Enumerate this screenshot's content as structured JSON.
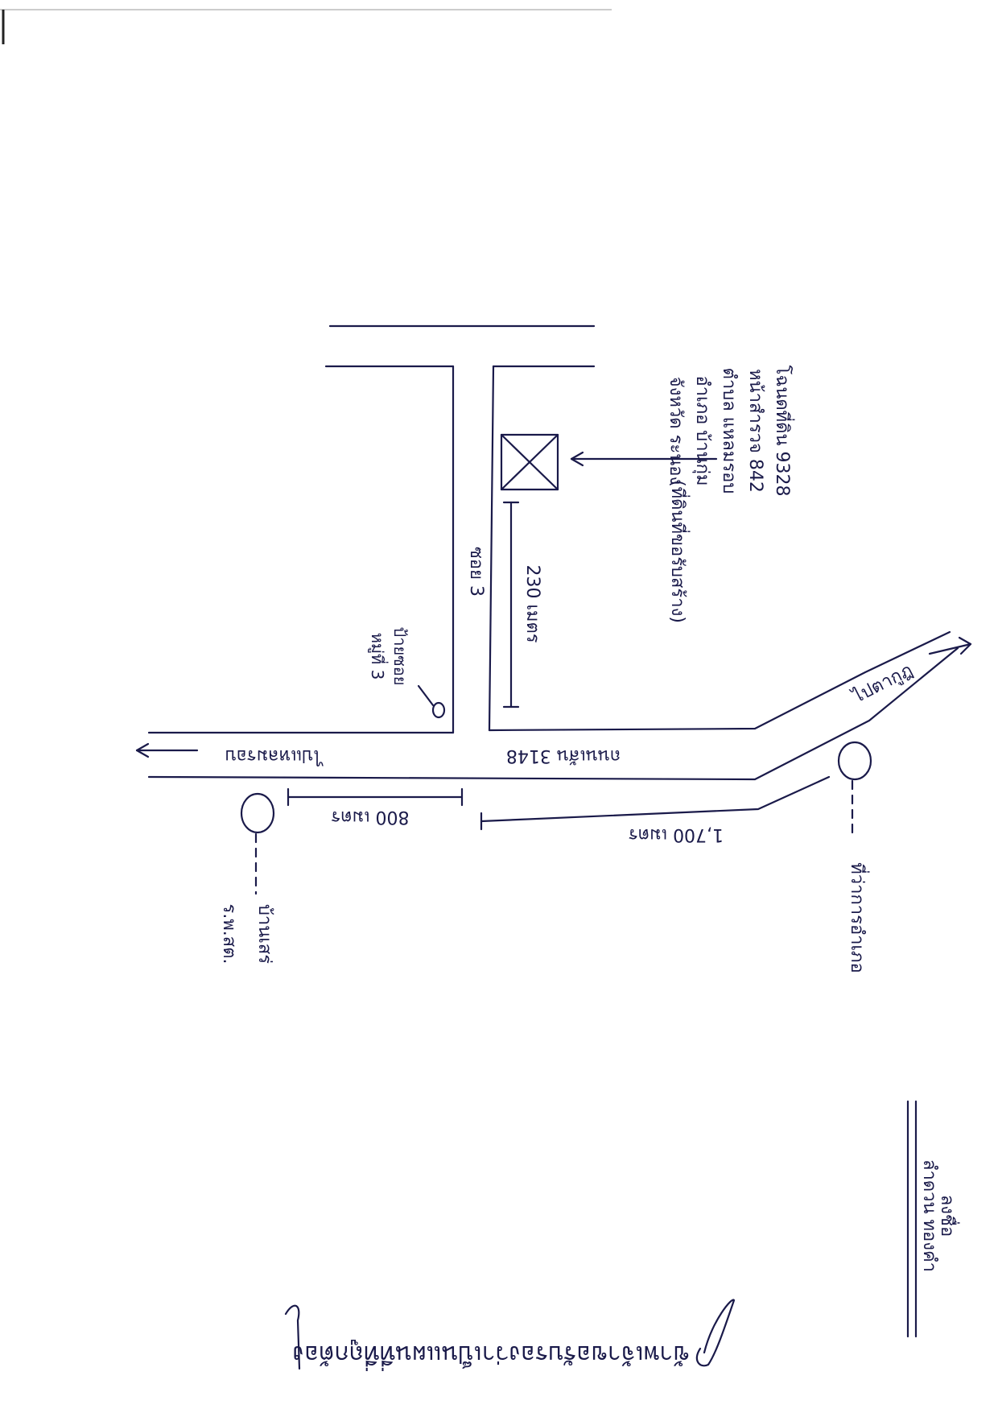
{
  "map": {
    "main_road_label": "ถนนเส้น 3148",
    "west_direction_label": "ไปแหลมรอบ",
    "east_direction_label": "ไปตากูฎ",
    "soi_label": "ซอย 3",
    "soi_mouth_landmark": [
      "ป้ายซอย",
      "หมู่ที่ 3"
    ],
    "distance_soi_label": "230 เมตร",
    "distance_west_label": "800 เมตร",
    "distance_east_label": "1,700 เมตร",
    "west_landmark_label": [
      "ร.พ.สต.",
      "บ้านเสร่"
    ],
    "east_landmark_label": "ที่ว่าการอำเภอ",
    "site_note_lines": [
      "โฉนดที่ดิน 9328",
      "หน้าสำรวจ 842",
      "ตำบล แหลมรอบ",
      "อำเภอ บ้านกุ่ม",
      "จังหวัด ระนอง",
      "(ที่ดินที่ขอรับสร้าง)"
    ],
    "signature_caption": "ข้าพเจ้าขอรับรองว่าเป็นแผนที่ที่ถูกต้อง",
    "signature_name_lines": [
      "ลงชื่อ",
      "ลำดวน ทองคำ"
    ],
    "colors": {
      "ink": "#1a1a4a",
      "paper": "#ffffff"
    }
  }
}
